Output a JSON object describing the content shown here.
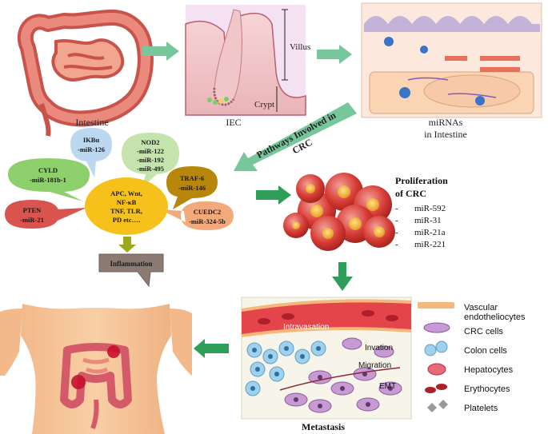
{
  "labels": {
    "intestine": "Intestine",
    "iec": "IEC",
    "villus": "Villus",
    "crypt": "Crypt",
    "mirnas_line1": "miRNAs",
    "mirnas_line2": "in Intestine",
    "pathways_line1": "Pathways Involved in",
    "pathways_line2": "CRC",
    "metastasis": "Metastasis",
    "inflammation": "Inflammation"
  },
  "bubbles": {
    "cyld": {
      "title": "CYLD",
      "sub": "-miR-181b-1"
    },
    "ikba": {
      "title": "IKBα",
      "sub": "-miR-126"
    },
    "nod2": {
      "title": "NOD2",
      "sub1": "-miR-122",
      "sub2": "-miR-192",
      "sub3": "-miR-495"
    },
    "traf6": {
      "title": "TRAF-6",
      "sub": "-miR-146"
    },
    "pten": {
      "title": "PTEN",
      "sub": "-miR-21"
    },
    "cuedc2": {
      "title": "CUEDC2",
      "sub": "-miR-324-5b"
    },
    "center": {
      "line1": "APC, Wnt,",
      "line2": "NF-κB",
      "line3": "TNF, TLR,",
      "line4": "PD etc…."
    }
  },
  "proliferation": {
    "title_line1": "Proliferation",
    "title_line2": "of CRC",
    "items": [
      "miR-592",
      "miR-31",
      "miR-21a",
      "miR-221"
    ]
  },
  "metastasis_steps": {
    "intravasation": "Intravasation",
    "invation": "Invation",
    "migration": "Migration",
    "emt": "EMT"
  },
  "legend": [
    {
      "label1": "Vascular",
      "label2": "endotheliocytes"
    },
    {
      "label1": "CRC cells"
    },
    {
      "label1": "Colon cells"
    },
    {
      "label1": "Hepatocytes"
    },
    {
      "label1": "Erythocytes"
    },
    {
      "label1": "Platelets"
    }
  ],
  "colors": {
    "arrow_green": "#2f9e58",
    "arrow_light": "#77c79c",
    "cyld": "#8dcf6a",
    "ikba": "#bcd8f0",
    "nod2": "#c4e3ad",
    "traf6": "#b8860b",
    "pten": "#d9534f",
    "cuedc2": "#f4a97a",
    "center": "#f6c11a",
    "inflammation": "#8c7b72",
    "cancer_cell": "#d84040"
  }
}
